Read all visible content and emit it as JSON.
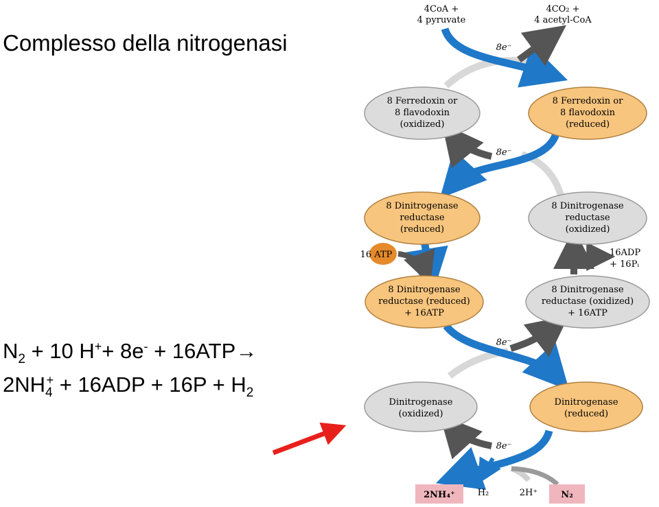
{
  "slide": {
    "title": "Complesso della nitrogenasi"
  },
  "equation": {
    "line1": {
      "n": "N",
      "n_sub": "2",
      "plus_10h": " + 10 H",
      "h_sup": "+",
      "plus_8e": "+ 8e",
      "e_sup": "-",
      "plus_atp": " + 16ATP",
      "arrow": "→"
    },
    "line2": {
      "nh": "2NH",
      "nh_sub": "4",
      "nh_sup": "+",
      "rest": " + 16ADP + 16P + H",
      "h2_sub": "2"
    }
  },
  "diagram": {
    "top_left_reactants": [
      "4CoA +",
      "4 pyruvate"
    ],
    "top_right_products": [
      "4CO₂ +",
      "4 acetyl-CoA"
    ],
    "electrons_label": "8e⁻",
    "nodes": {
      "ferredoxin_oxidized": [
        "8 Ferredoxin or",
        "8 flavodoxin",
        "(oxidized)"
      ],
      "ferredoxin_reduced": [
        "8 Ferredoxin or",
        "8 flavodoxin",
        "(reduced)"
      ],
      "reductase_reduced": [
        "8 Dinitrogenase",
        "reductase",
        "(reduced)"
      ],
      "reductase_oxidized": [
        "8 Dinitrogenase",
        "reductase",
        "(oxidized)"
      ],
      "reductase_reduced_atp": [
        "8 Dinitrogenase",
        "reductase (reduced)",
        "+ 16ATP"
      ],
      "reductase_oxidized_atp": [
        "8 Dinitrogenase",
        "reductase (oxidized)",
        "+ 16ATP"
      ],
      "dinitrogenase_oxidized": [
        "Dinitrogenase",
        "(oxidized)"
      ],
      "dinitrogenase_reduced": [
        "Dinitrogenase",
        "(reduced)"
      ]
    },
    "atp_input": "16 ATP",
    "adp_output": [
      "16ADP",
      "+ 16Pᵢ"
    ],
    "bottom_labels": {
      "ammonium": "2NH₄⁺",
      "hydrogen": "H₂",
      "protons": "2H⁺",
      "dinitrogen": "N₂"
    },
    "colors": {
      "oxidized_fill": "#dcdcdc",
      "reduced_fill": "#f7c57e",
      "blue_arrow": "#1f78c8",
      "gray_arrow": "#555555",
      "atp_circle": "#e58a2a",
      "product_box": "#f0b6be",
      "pointer_arrow": "#e8201b"
    }
  }
}
